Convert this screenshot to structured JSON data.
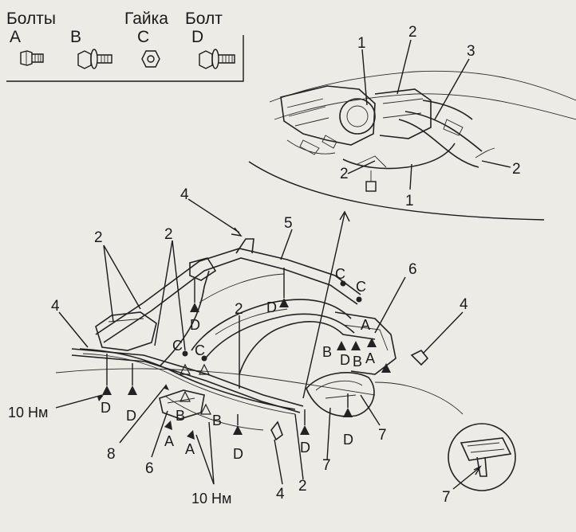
{
  "legend": {
    "bolts_header": "Болты",
    "nut_header": "Гайка",
    "bolt_header": "Болт",
    "items": [
      {
        "letter": "A",
        "icon": "flange-bolt-icon"
      },
      {
        "letter": "B",
        "icon": "washer-bolt-icon"
      },
      {
        "letter": "C",
        "icon": "nut-icon"
      },
      {
        "letter": "D",
        "icon": "long-washer-bolt-icon"
      }
    ]
  },
  "callouts": {
    "n1": "1",
    "n2": "2",
    "n3": "3",
    "n4": "4",
    "n5": "5",
    "n6": "6",
    "n7": "7",
    "n8": "8",
    "A": "A",
    "B": "B",
    "C": "C",
    "D": "D",
    "torque": "10 Нм"
  }
}
